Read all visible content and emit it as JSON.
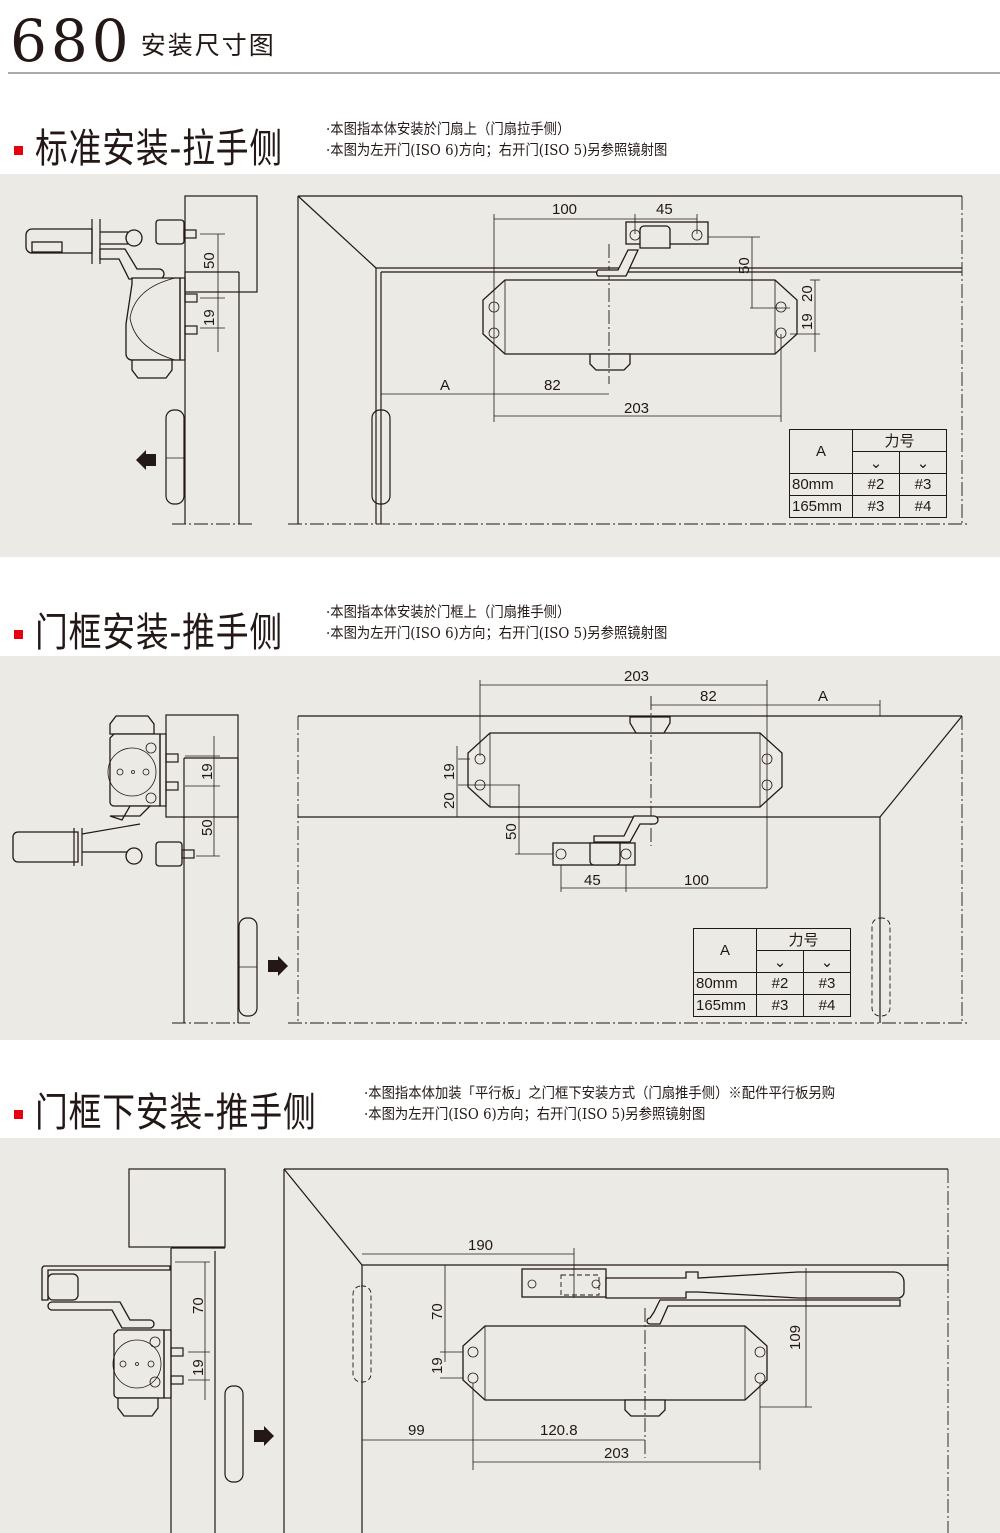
{
  "page": {
    "model": "680",
    "title": "安装尺寸图"
  },
  "sections": [
    {
      "title": "标准安装-拉手侧",
      "notes": [
        "·本图指本体安装於门扇上（门扇拉手侧）",
        "·本图为左开门(ISO 6)方向；右开门(ISO 5)另参照镜射图"
      ],
      "side_dims": {
        "upper": "50",
        "lower": "19"
      },
      "front_dims": {
        "arm_span": "100",
        "bracket": "45",
        "bracket_drop": "50",
        "top_offset": "20",
        "hole_spacing": "19",
        "A": "A",
        "center_offset": "82",
        "length": "203"
      },
      "arrow_direction": "left",
      "force_table": {
        "header_a": "A",
        "header_force": "力号",
        "rows": [
          {
            "a": "80mm",
            "c1": "#2",
            "c2": "#3"
          },
          {
            "a": "165mm",
            "c1": "#3",
            "c2": "#4"
          }
        ]
      }
    },
    {
      "title": "门框安装-推手侧",
      "notes": [
        "·本图指本体安装於门框上（门扇推手侧）",
        "·本图为左开门(ISO 6)方向；右开门(ISO 5)另参照镜射图"
      ],
      "side_dims": {
        "upper": "19",
        "lower": "50"
      },
      "front_dims": {
        "length": "203",
        "center_offset": "82",
        "A": "A",
        "hole_spacing": "19",
        "bottom_offset": "20",
        "bracket_drop": "50",
        "bracket": "45",
        "arm_span": "100"
      },
      "arrow_direction": "right",
      "force_table": {
        "header_a": "A",
        "header_force": "力号",
        "rows": [
          {
            "a": "80mm",
            "c1": "#2",
            "c2": "#3"
          },
          {
            "a": "165mm",
            "c1": "#3",
            "c2": "#4"
          }
        ]
      }
    },
    {
      "title": "门框下安装-推手侧",
      "notes": [
        "·本图指本体加装「平行板」之门框下安装方式（门扇推手侧）※配件平行板另购",
        "·本图为左开门(ISO 6)方向；右开门(ISO 5)另参照镜射图"
      ],
      "side_dims": {
        "upper": "70",
        "lower": "19"
      },
      "front_dims": {
        "plate_offset": "190",
        "plate_drop": "70",
        "hole_spacing": "19",
        "arm_height": "109",
        "hinge_offset": "99",
        "center_offset": "120.8",
        "length": "203"
      },
      "arrow_direction": "right"
    }
  ]
}
